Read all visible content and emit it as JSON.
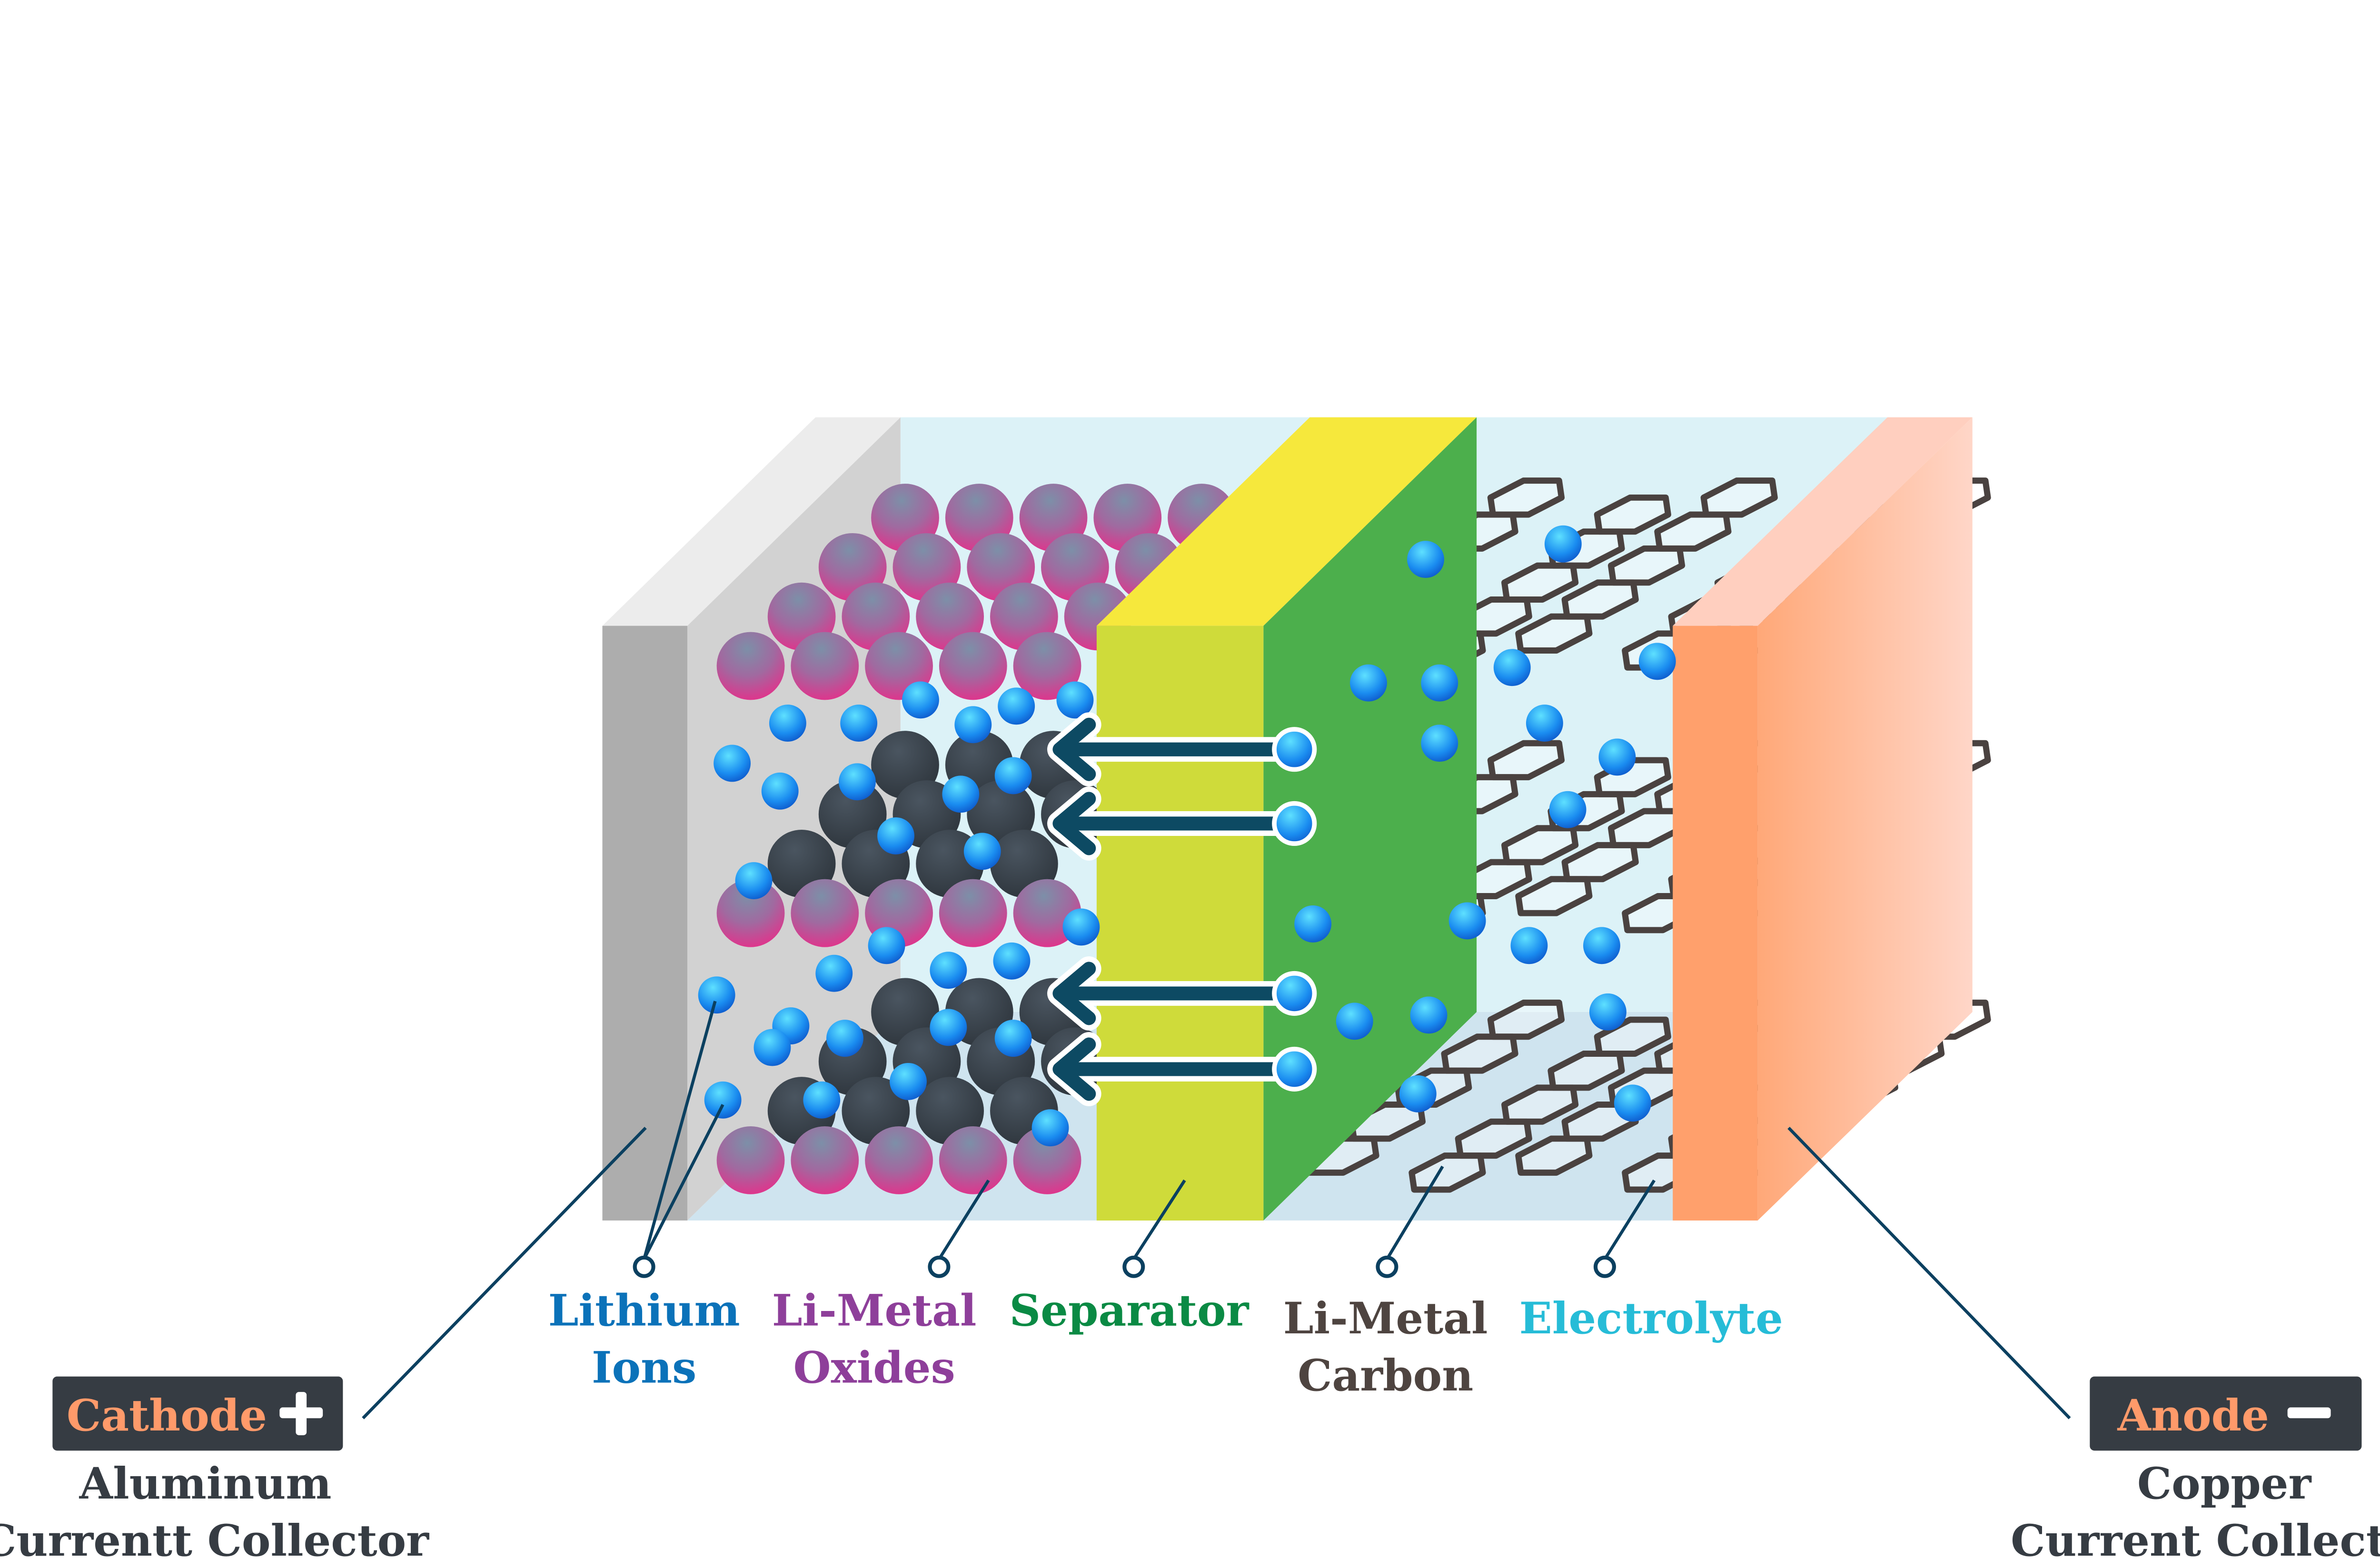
{
  "colors": {
    "lithium_ions": "#0b72b9",
    "li_metal_oxides": "#8e3f9a",
    "separator": "#0a8a44",
    "li_metal_carbon": "#4e4440",
    "electrolyte": "#26bcd7",
    "badge_bg": "#363c43",
    "badge_text": "#ff9a6a",
    "collector_text": "#363c43",
    "leader": "#0b4060"
  },
  "labels": {
    "lithium_ions": [
      "Lithium",
      "Ions"
    ],
    "li_metal_oxides": [
      "Li-Metal",
      "Oxides"
    ],
    "separator": [
      "Separator"
    ],
    "li_metal_carbon": [
      "Li-Metal",
      "Carbon"
    ],
    "electrolyte": [
      "Electrolyte"
    ]
  },
  "cathode": {
    "badge": "Cathode",
    "sign": "+",
    "collector": [
      "Aluminum",
      "Currentt Collector"
    ]
  },
  "anode": {
    "badge": "Anode",
    "sign": "−",
    "collector": [
      "Copper",
      "Current Collector"
    ]
  }
}
